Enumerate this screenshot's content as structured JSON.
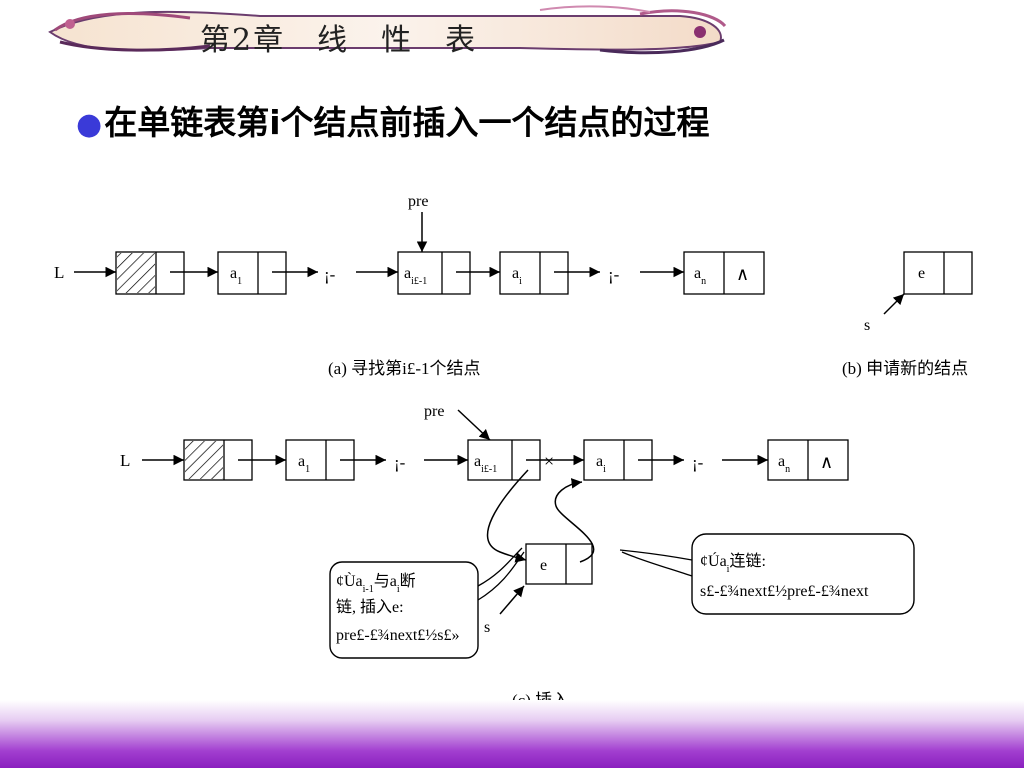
{
  "header": {
    "chapter_title": "第2章　线　性　表"
  },
  "heading": {
    "bullet": "●",
    "text": "在单链表第i个结点前插入一个结点的过程"
  },
  "diagram": {
    "part_a": {
      "head_label": "L",
      "pointer_label": "pre",
      "ellipsis_1": "¡-",
      "ellipsis_2": "¡-",
      "node_a1": "a",
      "node_a1_sub": "1",
      "node_prev": "a",
      "node_prev_sub": "i£-1",
      "node_ai": "a",
      "node_ai_sub": "i",
      "node_an": "a",
      "node_an_sub": "n",
      "null_symbol": "∧",
      "caption": "(a) 寻找第i£-1个结点"
    },
    "part_b": {
      "node_e": "e",
      "pointer_label": "s",
      "caption": "(b) 申请新的结点"
    },
    "part_c": {
      "head_label": "L",
      "pointer_label": "pre",
      "ellipsis_1": "¡-",
      "ellipsis_2": "¡-",
      "node_a1": "a",
      "node_a1_sub": "1",
      "node_prev": "a",
      "node_prev_sub": "i£-1",
      "node_ai": "a",
      "node_ai_sub": "i",
      "node_an": "a",
      "node_an_sub": "n",
      "null_symbol": "∧",
      "cut_mark": "×",
      "node_e": "e",
      "s_label": "s",
      "callout_left_line1": "¢Ùa",
      "callout_left_line1_sub": "i-1",
      "callout_left_line1_mid": "与a",
      "callout_left_line1_sub2": "i",
      "callout_left_line1_end": "断",
      "callout_left_line2": "链, 插入e:",
      "callout_left_line3": "pre£-£¾next£½s£»",
      "callout_right_line1": "¢Ú",
      "callout_right_line1_mid": "a",
      "callout_right_line1_sub": "i",
      "callout_right_line1_end": "连链:",
      "callout_right_line2": "s£-£¾next£½pre£-£¾next",
      "caption": "(c) 插入"
    }
  }
}
